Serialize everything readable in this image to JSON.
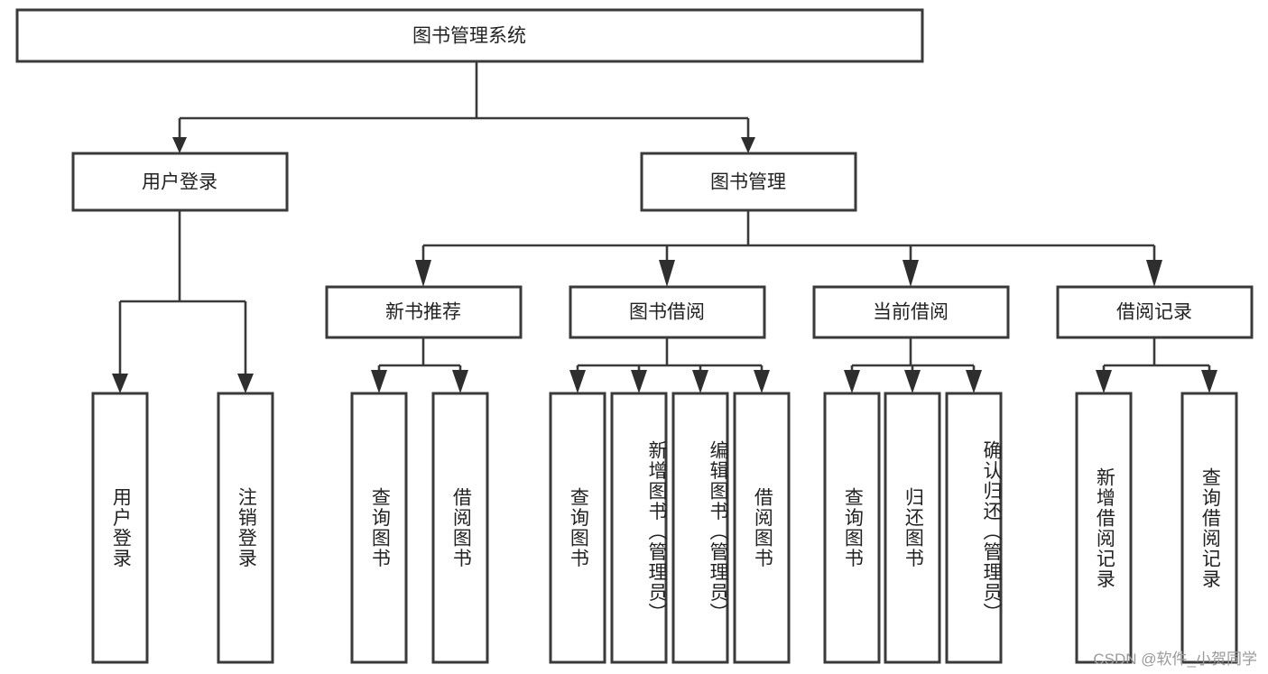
{
  "diagram": {
    "title": "图书管理系统",
    "type": "tree-hierarchy",
    "watermark": "CSDN @软件_小贺同学",
    "colors": {
      "box_stroke": "#3a3a3a",
      "connector": "#3a3a3a",
      "background": "#ffffff",
      "text": "#222222",
      "watermark": "#9a9a9a"
    },
    "root": {
      "label": "图书管理系统"
    },
    "level1": [
      {
        "label": "用户登录"
      },
      {
        "label": "图书管理"
      }
    ],
    "level2": [
      {
        "label": "新书推荐"
      },
      {
        "label": "图书借阅"
      },
      {
        "label": "当前借阅"
      },
      {
        "label": "借阅记录"
      }
    ],
    "leaves": {
      "user_login": [
        {
          "label": "用户登录"
        },
        {
          "label": "注销登录"
        }
      ],
      "new_book": [
        {
          "label": "查询图书"
        },
        {
          "label": "借阅图书"
        }
      ],
      "book_borrow": [
        {
          "label": "查询图书"
        },
        {
          "label": "新增图书（管理员）"
        },
        {
          "label": "编辑图书（管理员）"
        },
        {
          "label": "借阅图书"
        }
      ],
      "current_borrow": [
        {
          "label": "查询图书"
        },
        {
          "label": "归还图书"
        },
        {
          "label": "确认归还（管理员）"
        }
      ],
      "borrow_record": [
        {
          "label": "新增借阅记录"
        },
        {
          "label": "查询借阅记录"
        }
      ]
    }
  }
}
